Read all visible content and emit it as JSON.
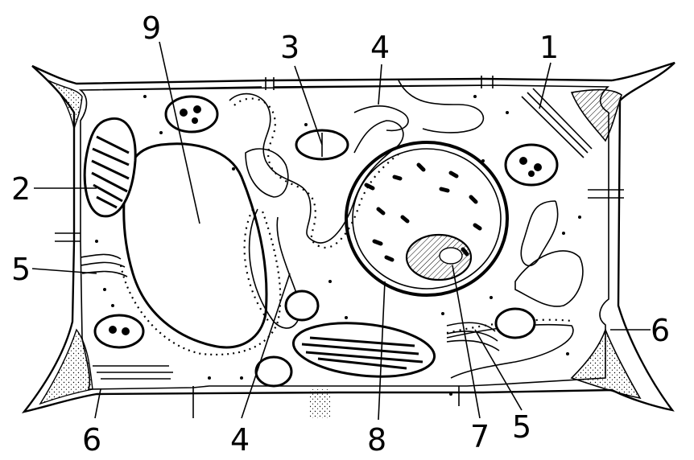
{
  "labels": {
    "l1": "1",
    "l2": "2",
    "l3": "3",
    "l4_top": "4",
    "l4_bottom": "4",
    "l5_left": "5",
    "l5_bottom": "5",
    "l6_right": "6",
    "l6_bottom": "6",
    "l7": "7",
    "l8": "8",
    "l9": "9"
  }
}
